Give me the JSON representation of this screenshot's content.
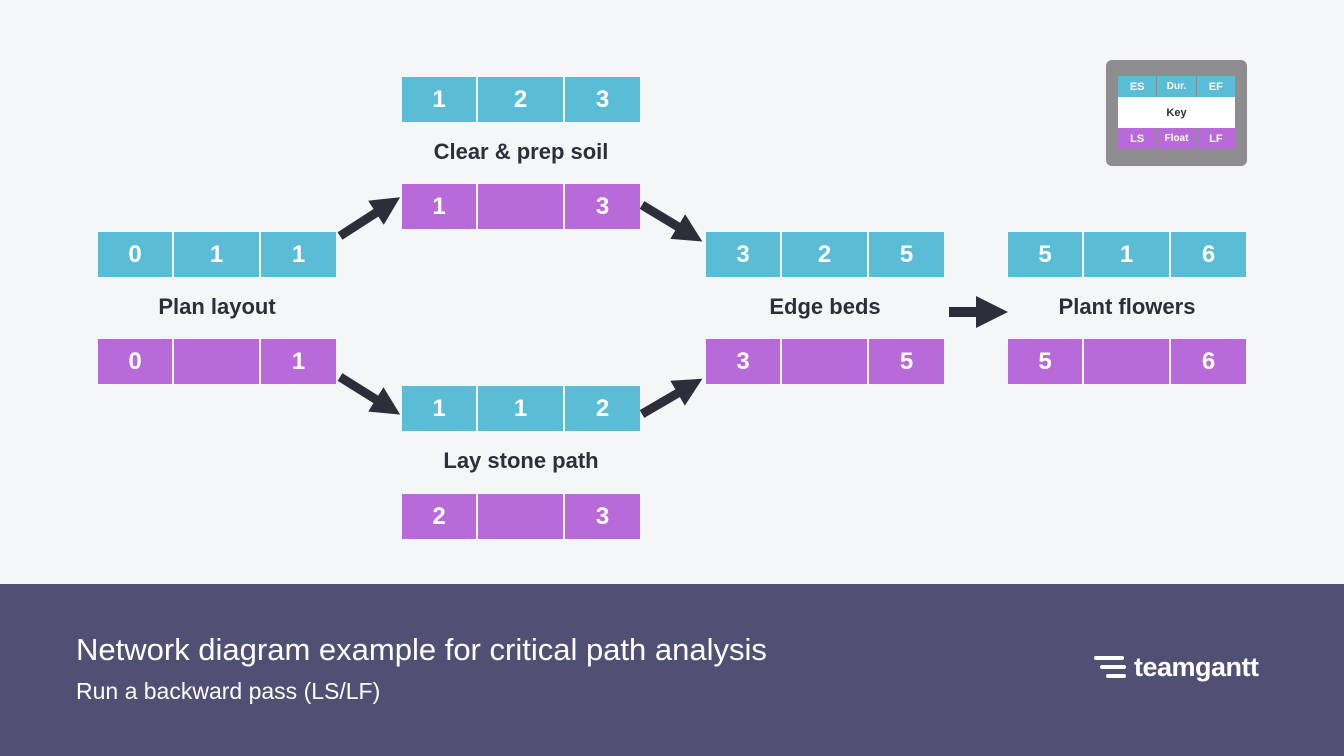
{
  "tasks": {
    "plan": {
      "name": "Plan layout",
      "es": "0",
      "dur": "1",
      "ef": "1",
      "ls": "0",
      "float": "",
      "lf": "1"
    },
    "clear": {
      "name": "Clear & prep soil",
      "es": "1",
      "dur": "2",
      "ef": "3",
      "ls": "1",
      "float": "",
      "lf": "3"
    },
    "stone": {
      "name": "Lay stone path",
      "es": "1",
      "dur": "1",
      "ef": "2",
      "ls": "2",
      "float": "",
      "lf": "3"
    },
    "edge": {
      "name": "Edge beds",
      "es": "3",
      "dur": "2",
      "ef": "5",
      "ls": "3",
      "float": "",
      "lf": "5"
    },
    "plant": {
      "name": "Plant flowers",
      "es": "5",
      "dur": "1",
      "ef": "6",
      "ls": "5",
      "float": "",
      "lf": "6"
    }
  },
  "key": {
    "es": "ES",
    "dur": "Dur.",
    "ef": "EF",
    "label": "Key",
    "ls": "LS",
    "float": "Float",
    "lf": "LF"
  },
  "footer": {
    "title": "Network diagram example for critical path analysis",
    "subtitle": "Run a backward pass (LS/LF)",
    "brand": "teamgantt"
  },
  "colors": {
    "early_row": "#5bbcd6",
    "late_row": "#b86bd8",
    "arrow": "#2c2f3a",
    "footer_bg": "#4f5073",
    "background": "#f4f6f8"
  }
}
